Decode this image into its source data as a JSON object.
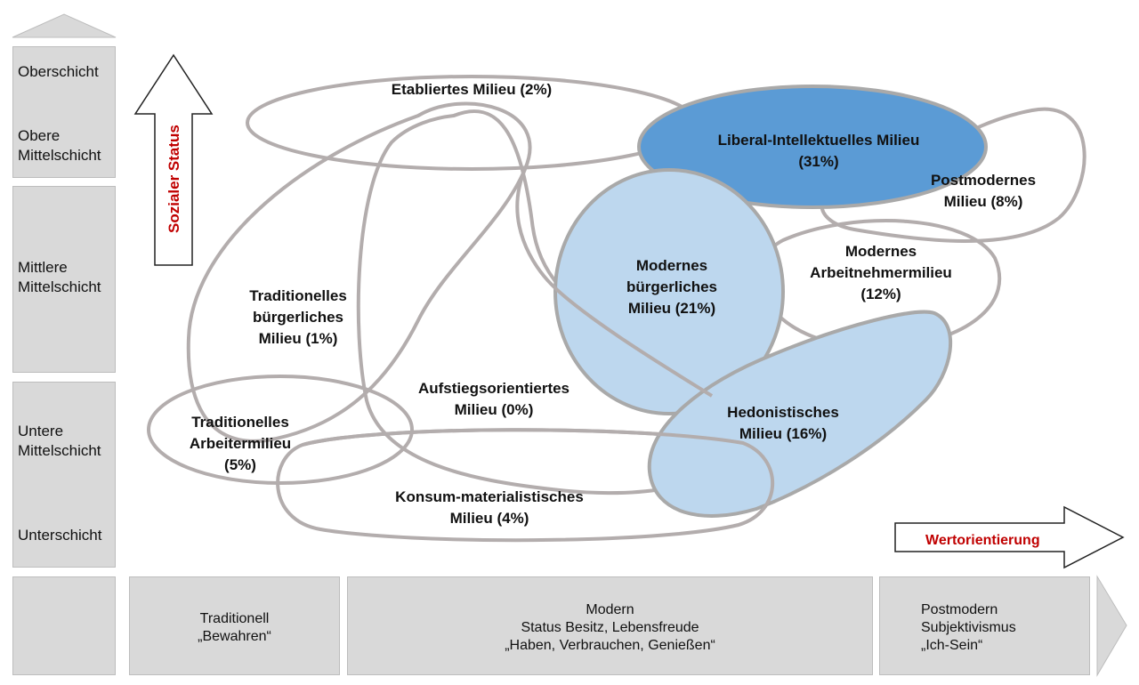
{
  "strata": {
    "oberschicht": "Oberschicht",
    "obere_mittelschicht_1": "Obere",
    "obere_mittelschicht_2": "Mittelschicht",
    "mittlere_mittelschicht_1": "Mittlere",
    "mittlere_mittelschicht_2": "Mittelschicht",
    "untere_mittelschicht_1": "Untere",
    "untere_mittelschicht_2": "Mittelschicht",
    "unterschicht": "Unterschicht"
  },
  "axis": {
    "status_label": "Sozialer Status",
    "value_label": "Wertorientierung",
    "label_color": "#c00000"
  },
  "milieus": {
    "etabliertes": "Etabliertes Milieu (2%)",
    "liberal_1": "Liberal-Intellektuelles Milieu",
    "liberal_2": "(31%)",
    "postmodernes_1": "Postmodernes",
    "postmodernes_2": "Milieu (8%)",
    "modernes_arbeitnehmer_1": "Modernes",
    "modernes_arbeitnehmer_2": "Arbeitnehmermilieu",
    "modernes_arbeitnehmer_3": "(12%)",
    "modernes_buergerliches_1": "Modernes",
    "modernes_buergerliches_2": "bürgerliches",
    "modernes_buergerliches_3": "Milieu (21%)",
    "traditionelles_buergerliches_1": "Traditionelles",
    "traditionelles_buergerliches_2": "bürgerliches",
    "traditionelles_buergerliches_3": "Milieu  (1%)",
    "aufstieg_1": "Aufstiegsorientiertes",
    "aufstieg_2": "Milieu (0%)",
    "hedonistisches_1": "Hedonistisches",
    "hedonistisches_2": "Milieu (16%)",
    "traditionelles_arbeiter_1": "Traditionelles",
    "traditionelles_arbeiter_2": "Arbeitermilieu",
    "traditionelles_arbeiter_3": "(5%)",
    "konsum_1": "Konsum-materialistisches",
    "konsum_2": "Milieu (4%)"
  },
  "orientations": {
    "traditionell_1": "Traditionell",
    "traditionell_2": "„Bewahren“",
    "modern_1": "Modern",
    "modern_2": "Status Besitz, Lebensfreude",
    "modern_3": "„Haben, Verbrauchen, Genießen“",
    "postmodern_1": "Postmodern",
    "postmodern_2": "Subjektivismus",
    "postmodern_3": "„Ich-Sein“"
  },
  "colors": {
    "dark_blue": "#5b9bd5",
    "light_blue": "#bdd7ee",
    "outline": "#b3adad",
    "panel": "#d9d9d9"
  }
}
